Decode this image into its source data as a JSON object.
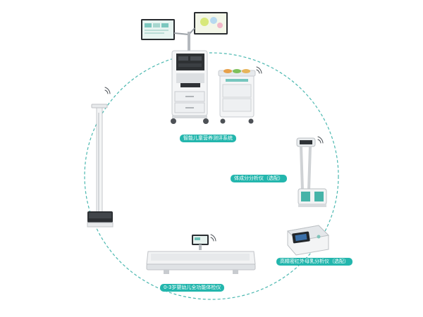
{
  "labels": {
    "system": "智能儿童营养测评系统",
    "body_composition": "体成分分析仪（选配）",
    "milk_analyzer": "高精密红外母乳分析仪（选配）",
    "infant_checker": "0-3岁婴幼儿全功能体检仪"
  },
  "icons": [
    "wifi-icon",
    "wifi-icon",
    "wifi-icon",
    "wifi-icon"
  ],
  "colors": {
    "ring": "#4bb8b0",
    "label_bg": "#23b6ad",
    "label_text": "#ffffff",
    "device_white": "#f4f5f6",
    "device_grey": "#c9ccd0"
  }
}
